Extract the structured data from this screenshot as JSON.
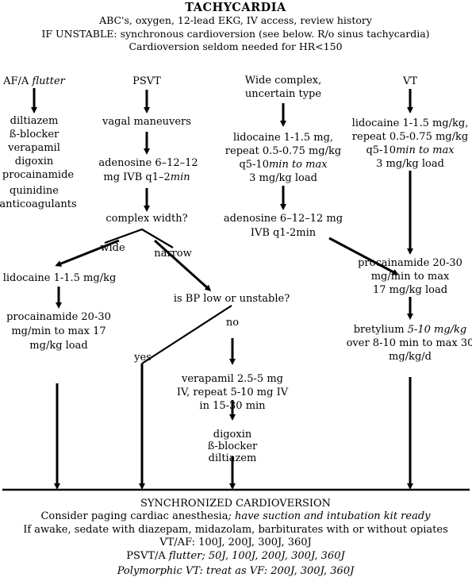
{
  "header": {
    "title": "TACHYCARDIA",
    "line1": "ABC's, oxygen, 12-lead EKG, IV access, review history",
    "line2": "IF UNSTABLE: synchronous cardioversion (see below. R/o sinus tachycardia)",
    "line3": "Cardioversion seldom needed for HR<150"
  },
  "col_af": {
    "title_a": "AF/A ",
    "title_b": "flutter",
    "items": [
      "diltiazem",
      "ß-blocker",
      "verapamil",
      "digoxin",
      "procainamide",
      "quinidine",
      "anticoagulants"
    ]
  },
  "col_psvt": {
    "title": "PSVT",
    "step1": "vagal maneuvers",
    "step2_l1": "adenosine 6–12–12",
    "step2_l2a": "mg IVB q1–2",
    "step2_l2b": "min",
    "question": "complex width?",
    "wide": "wide",
    "narrow": "narrow",
    "lido": "lidocaine 1-1.5 mg/kg",
    "proc_l1": "procainamide 20-30",
    "proc_l2": "mg/min to max 17",
    "proc_l3": "mg/kg load",
    "bp_q": "is BP low or unstable?",
    "yes": "yes",
    "no": "no",
    "vera_l1": "verapamil 2.5-5 mg",
    "vera_l2": "IV, repeat 5-10 mg IV",
    "vera_l3": "in 15-30 min",
    "digoxin": "digoxin",
    "bblocker": "ß-blocker",
    "diltiazem": "diltiazem"
  },
  "col_wide": {
    "title_l1": "Wide complex,",
    "title_l2": "uncertain type",
    "lido_l1": "lidocaine 1-1.5 mg,",
    "lido_l2": "repeat 0.5-0.75 mg/kg",
    "lido_l3a": "q5-10",
    "lido_l3b": "min to max",
    "lido_l4": "3 mg/kg load",
    "aden_l1": "adenosine 6–12–12 mg",
    "aden_l2": "IVB q1-2min"
  },
  "col_vt": {
    "title": "VT",
    "lido_l1": "lidocaine 1-1.5 mg/kg,",
    "lido_l2": "repeat 0.5-0.75 mg/kg",
    "lido_l3a": "q5-10",
    "lido_l3b": "min to max",
    "lido_l4": "3 mg/kg load",
    "proc_l1": "procainamide 20-30",
    "proc_l2": "mg/min to max",
    "proc_l3": "17 mg/kg load",
    "bret_l1a": "bretylium ",
    "bret_l1b": "5-10 mg/kg",
    "bret_l2": "over 8-10 min to max 30",
    "bret_l3": "mg/kg/d"
  },
  "footer": {
    "title": "SYNCHRONIZED CARDIOVERSION",
    "line1a": "Consider paging cardiac anesthesia",
    "line1b": "; have suction and intubation kit ready",
    "line2": "If awake, sedate with diazepam, midazolam, barbiturates with or without opiates",
    "line3": "VT/AF: 100J, 200J, 300J, 360J",
    "line4a": "PSVT/A ",
    "line4b": "flutter; 50J, 100J, 200J, 300J, 360J",
    "line5": "Polymorphic VT: treat as VF: 200J, 300J, 360J"
  }
}
